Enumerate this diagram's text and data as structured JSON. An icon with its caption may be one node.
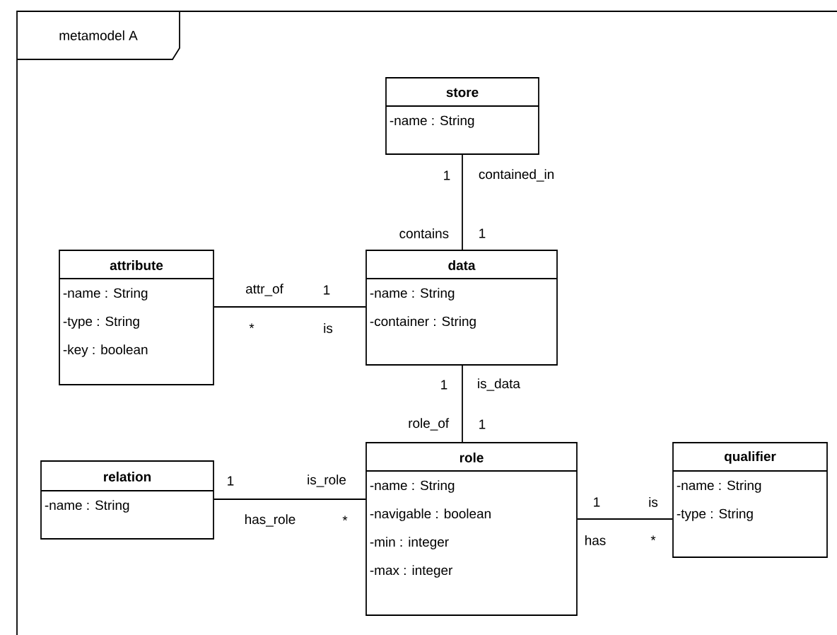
{
  "diagram": {
    "nodes": [
      {
        "text": [
          "metamodel A"
        ]
      },
      {
        "text": [
          "store",
          "-name : String"
        ],
        "in": 0
      },
      {
        "text": [
          "attribute",
          "-name : String",
          "-type : String",
          "-key : boolean"
        ],
        "in": 0
      },
      {
        "text": [
          "data",
          "-name : String",
          "-container : String"
        ],
        "in": 0
      },
      {
        "text": [
          "relation",
          "-name : String"
        ],
        "in": 0
      },
      {
        "text": [
          "role",
          "-name : String",
          "-navigable : boolean",
          "-min : integer",
          "-max : integer"
        ],
        "in": 0
      },
      {
        "text": [
          "qualifier",
          "-name : String",
          "-type : String"
        ],
        "in": 0
      }
    ],
    "edges": [
      {
        "from": 1,
        "to": 3,
        "arrow": "none"
      },
      {
        "from": 2,
        "to": 3,
        "arrow": "none"
      },
      {
        "from": 3,
        "to": 5,
        "arrow": "none"
      },
      {
        "from": 4,
        "to": 5,
        "arrow": "none"
      },
      {
        "from": 5,
        "to": 6,
        "arrow": "none"
      }
    ],
    "labels": [
      "1",
      "contained_in",
      "contains",
      "1",
      "attr_of",
      "1",
      "*",
      "is",
      "1",
      "is_data",
      "role_of",
      "1",
      "1",
      "is_role",
      "has_role",
      "*",
      "1",
      "is",
      "has",
      "*"
    ]
  }
}
